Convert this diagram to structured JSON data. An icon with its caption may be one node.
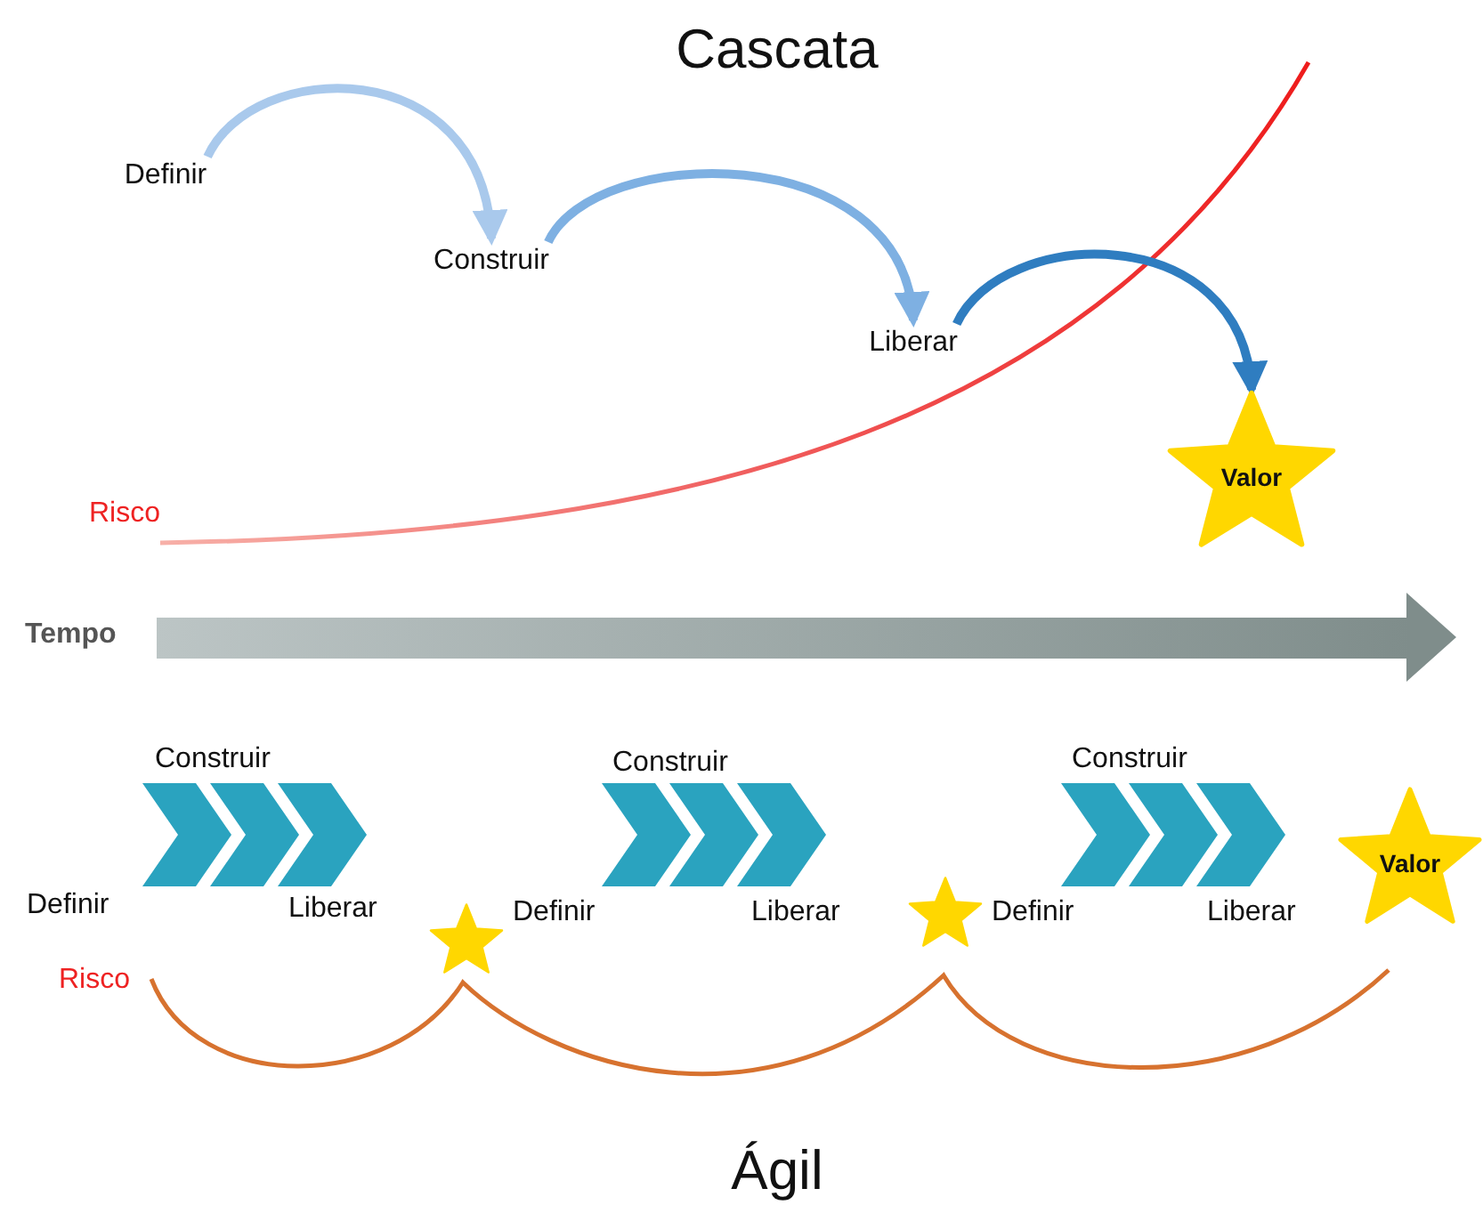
{
  "diagram": {
    "title": "Cascata",
    "caption": "Ágil",
    "nodes": [
      {
        "text": [
          "Definir"
        ]
      },
      {
        "text": [
          "Construir"
        ]
      },
      {
        "text": [
          "Liberar"
        ]
      },
      {
        "text": [
          "Valor"
        ]
      },
      {
        "text": [],
        "shape": "star"
      },
      {
        "text": [],
        "shape": "star"
      },
      {
        "text": [
          "Valor"
        ]
      }
    ],
    "edges": [
      {
        "from": 0,
        "to": 1,
        "arrow": "to",
        "color": "#a9c9ec"
      },
      {
        "from": 1,
        "to": 2,
        "arrow": "to",
        "color": "#7eb0e2"
      },
      {
        "from": 2,
        "to": 3,
        "arrow": "to",
        "color": "#2f7dc0"
      }
    ],
    "labels": [
      "Risco",
      "Tempo",
      "Construir",
      "Construir",
      "Construir",
      "Definir",
      "Liberar",
      "Definir",
      "Liberar",
      "Definir",
      "Liberar",
      "Risco"
    ]
  }
}
